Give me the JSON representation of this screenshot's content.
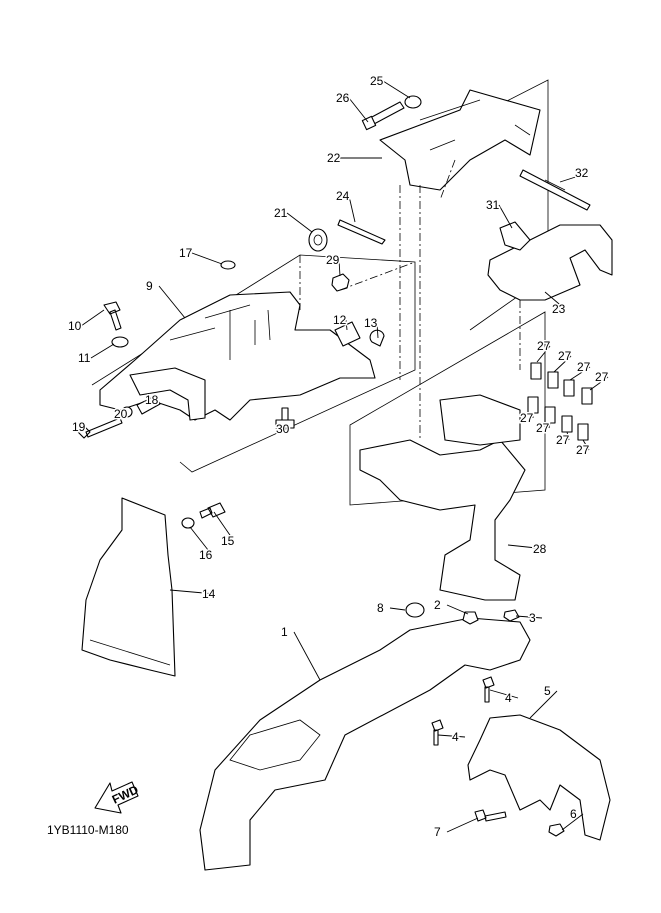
{
  "diagram_code": "1YB1110-M180",
  "fwd_arrow_text": "FWD",
  "callouts": [
    "25",
    "26",
    "22",
    "32",
    "31",
    "24",
    "21",
    "17",
    "29",
    "9",
    "12",
    "13",
    "10",
    "11",
    "23",
    "27",
    "27",
    "27",
    "27",
    "27",
    "27",
    "27",
    "27",
    "18",
    "20",
    "19",
    "30",
    "28",
    "15",
    "16",
    "14",
    "1",
    "8",
    "2",
    "3",
    "4",
    "4",
    "5",
    "6",
    "7"
  ]
}
